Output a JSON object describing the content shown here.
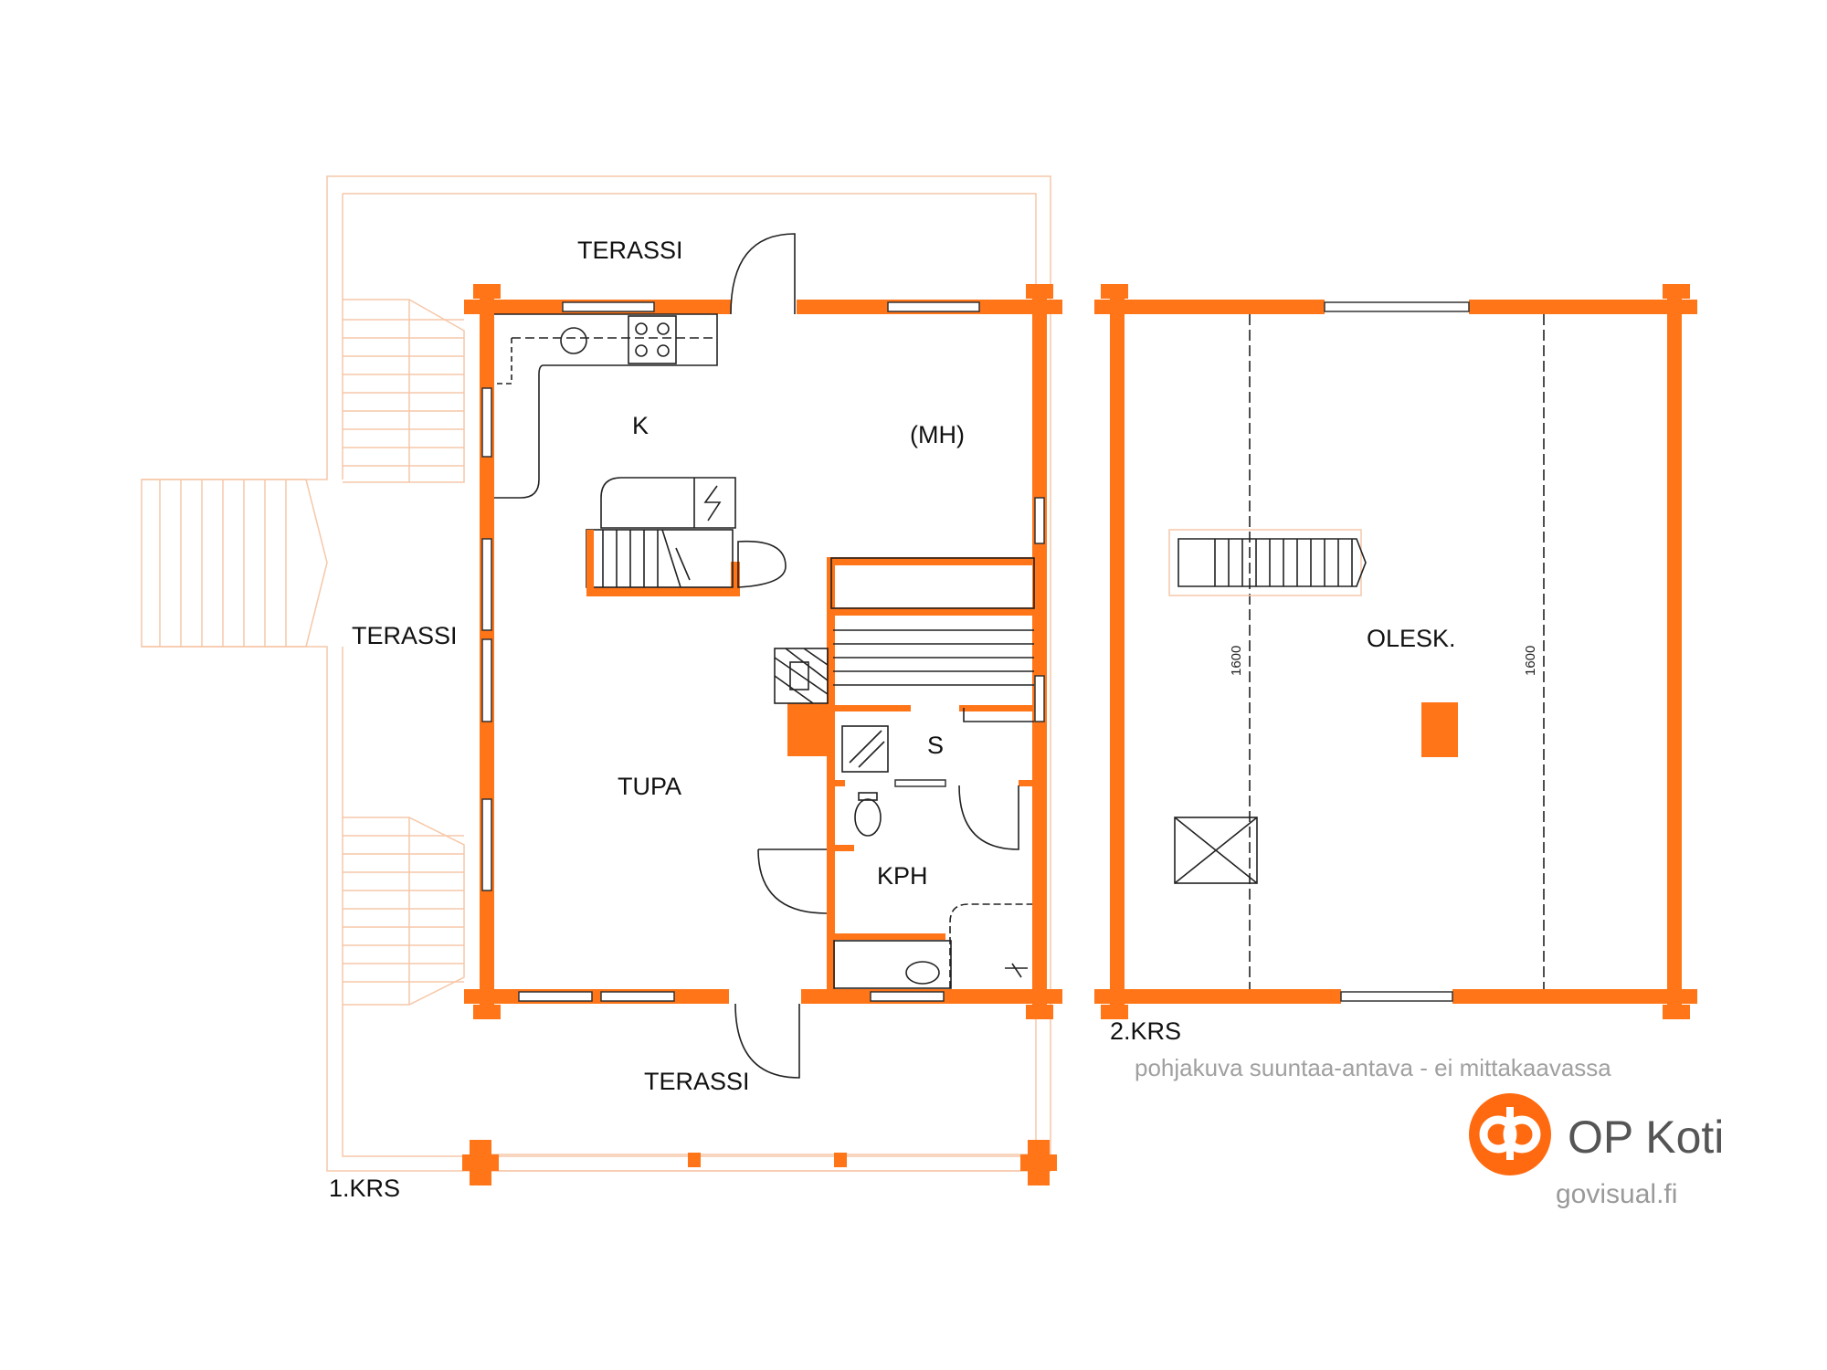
{
  "floor1": {
    "label": "1.KRS",
    "rooms": {
      "terassi_top": "TERASSI",
      "terassi_left": "TERASSI",
      "terassi_bottom": "TERASSI",
      "kitchen": "K",
      "bedroom": "(MH)",
      "living": "TUPA",
      "sauna": "S",
      "bathroom": "KPH"
    }
  },
  "floor2": {
    "label": "2.KRS",
    "rooms": {
      "lounge": "OLESK."
    },
    "dimensions": [
      "1600",
      "1600"
    ]
  },
  "note": "pohjakuva suuntaa-antava - ei mittakaavassa",
  "brand": {
    "name": "OP Koti",
    "website": "govisual.fi",
    "color": "#ff6a10"
  },
  "colors": {
    "wall": "#ff7518",
    "terrace_outline": "#f6c7a8"
  }
}
